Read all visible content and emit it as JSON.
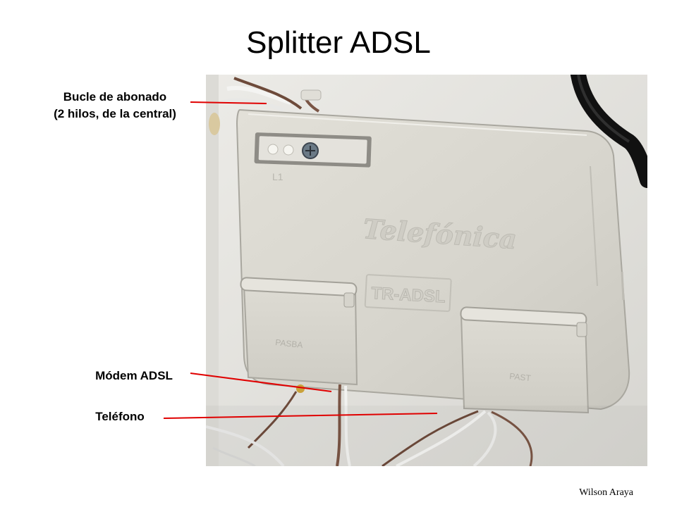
{
  "slide": {
    "title": "Splitter ADSL",
    "author": "Wilson Araya"
  },
  "photo": {
    "brand": "Telefónica",
    "model": "TR-ADSL",
    "led_label": "L1",
    "port_left": "PASBA",
    "port_right": "PAST"
  },
  "labels": {
    "bucle_line1": "Bucle de abonado",
    "bucle_line2": "(2 hilos, de la central)",
    "modem": "Módem ADSL",
    "telefono": "Teléfono"
  },
  "colors": {
    "arrow": "#e00000",
    "wall": "#e6e5e1",
    "device": "#d8d6ce",
    "cable": "#1a1a1a"
  }
}
